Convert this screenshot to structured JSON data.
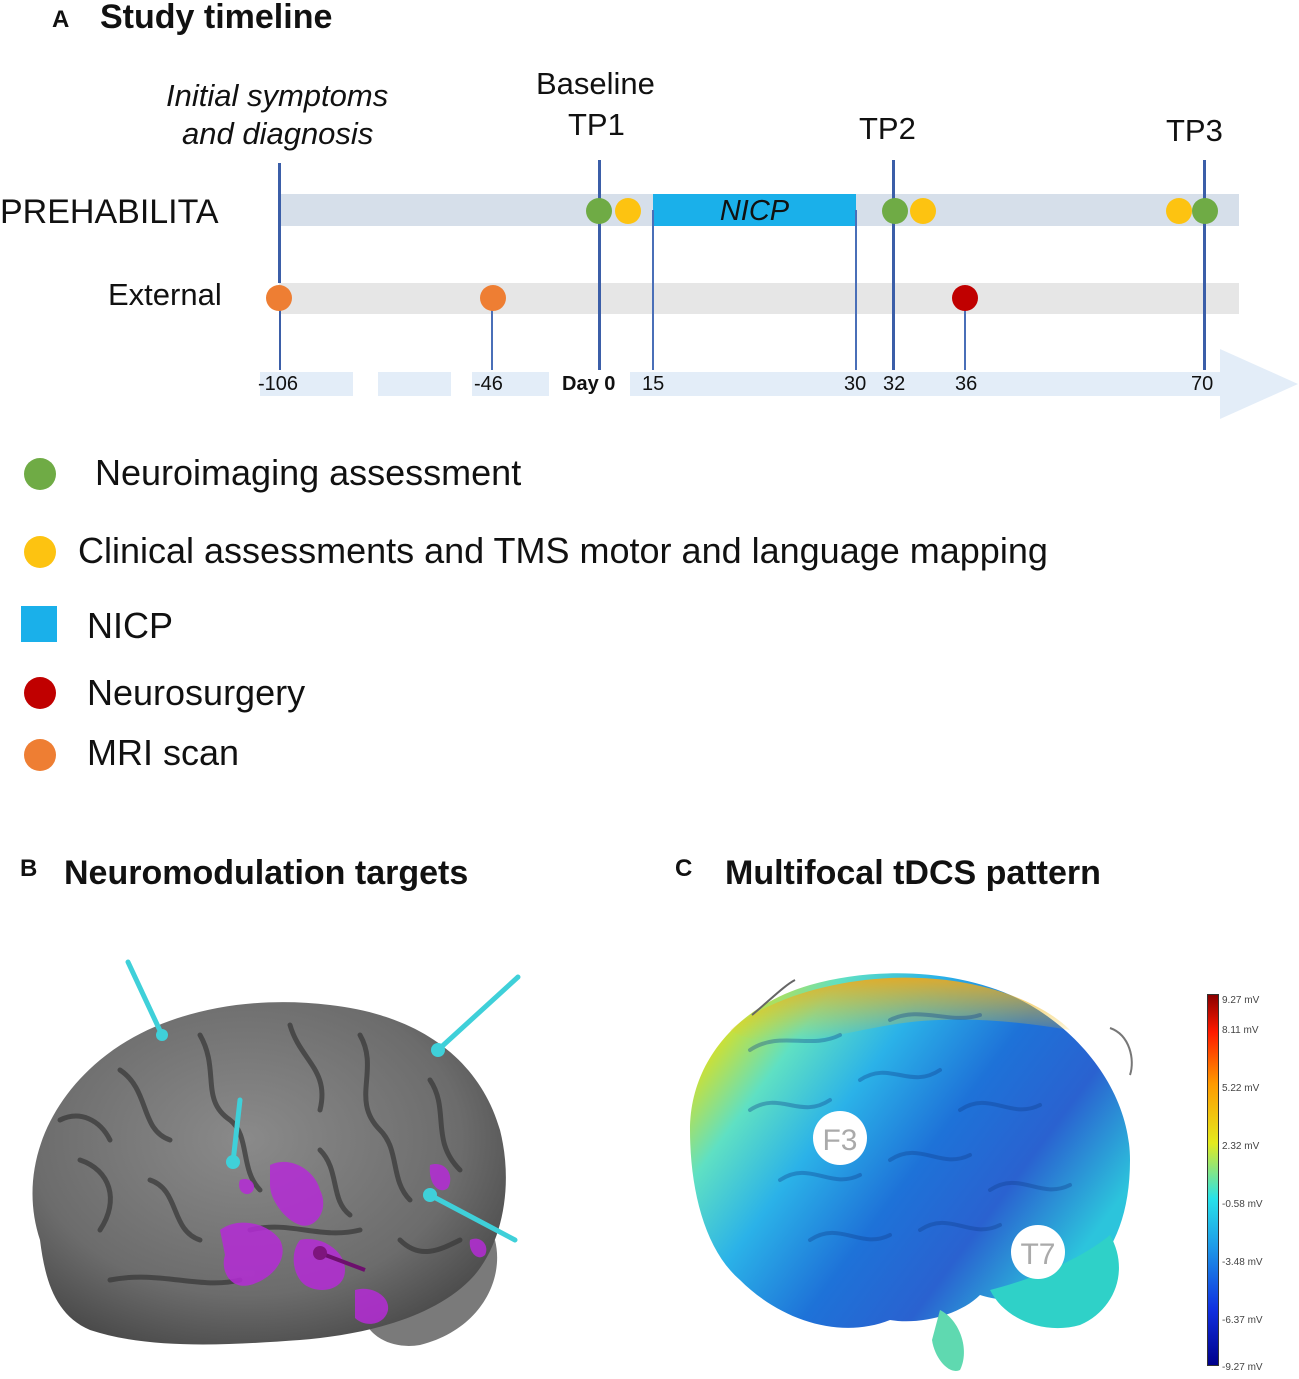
{
  "panelA": {
    "letter": "A",
    "title": "Study timeline",
    "annotation_line1": "Initial symptoms",
    "annotation_line2": "and diagnosis",
    "baseline": "Baseline",
    "tp1": "TP1",
    "tp2": "TP2",
    "tp3": "TP3",
    "row1_label": "PREHABILITA",
    "row2_label": "External",
    "nicp_bar_label": "NICP",
    "ticks": [
      "-106",
      "-46",
      "Day 0",
      "15",
      "30",
      "32",
      "36",
      "70"
    ]
  },
  "legend": [
    {
      "label": "Neuroimaging assessment",
      "color": "#6fab45",
      "shape": "circle"
    },
    {
      "label": "Clinical assessments and TMS motor and language mapping",
      "color": "#fdc311",
      "shape": "circle"
    },
    {
      "label": "NICP",
      "color": "#1ab0ea",
      "shape": "square"
    },
    {
      "label": "Neurosurgery",
      "color": "#c00000",
      "shape": "circle"
    },
    {
      "label": "MRI scan",
      "color": "#ee7e33",
      "shape": "circle"
    }
  ],
  "panelB": {
    "letter": "B",
    "title": "Neuromodulation targets"
  },
  "panelC": {
    "letter": "C",
    "title": "Multifocal tDCS pattern",
    "electrode1": "F3",
    "electrode2": "T7",
    "colorbar_labels": [
      "9.27 mV",
      "8.11 mV",
      "5.22 mV",
      "2.32 mV",
      "-0.58 mV",
      "-3.48 mV",
      "-6.37 mV",
      "-9.27 mV"
    ]
  },
  "colors": {
    "prehab_bar": "#d6dfea",
    "external_bar": "#e6e6e6",
    "axis_arrow": "#e3edf8",
    "nicp": "#1ab0ea",
    "green": "#6fab45",
    "yellow": "#fdc311",
    "orange": "#ee7e33",
    "red": "#c00000",
    "line_blue": "#3b5ea8"
  }
}
